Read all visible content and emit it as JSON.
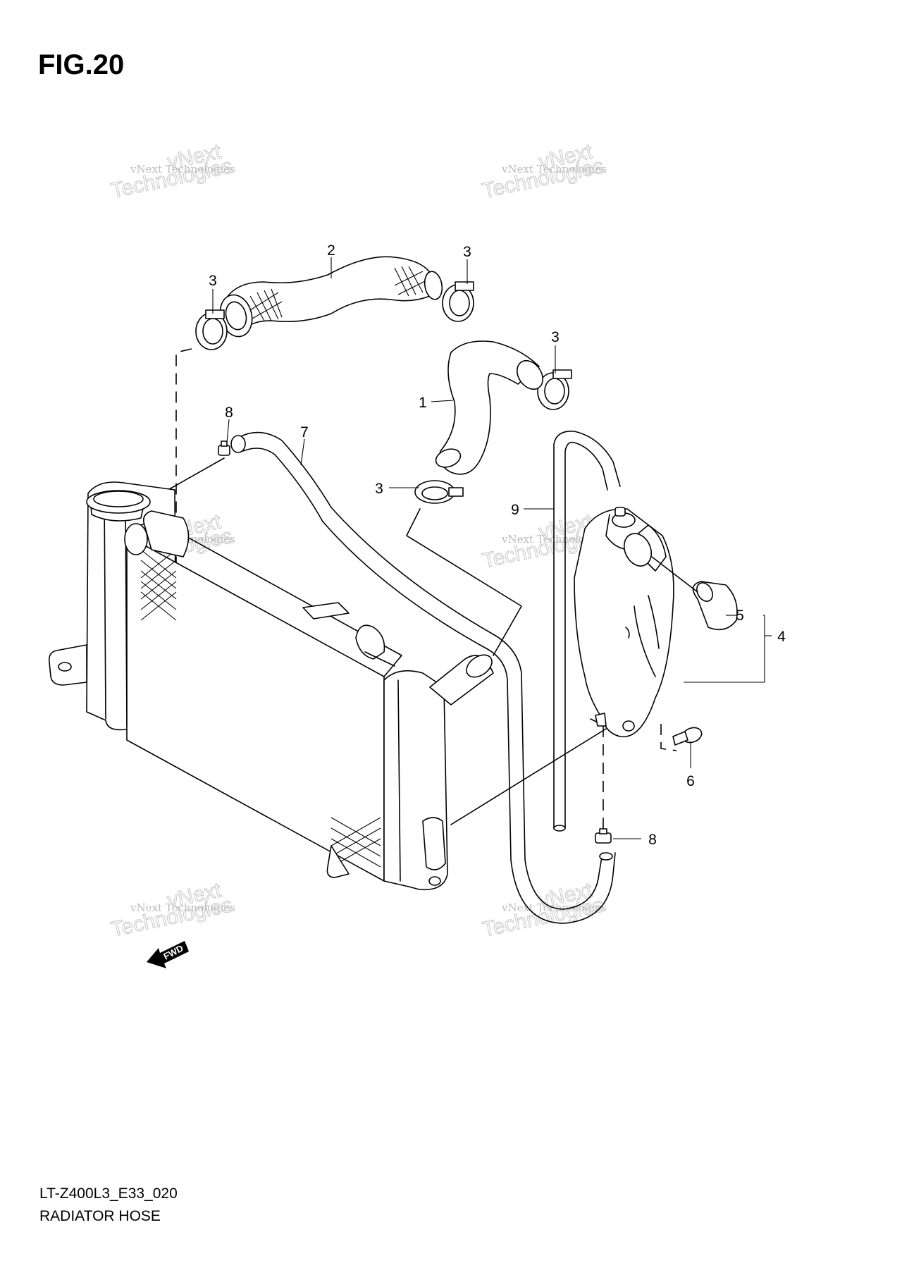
{
  "figure": {
    "title": "FIG.20",
    "model_code": "LT-Z400L3_E33_020",
    "name": "RADIATOR HOSE"
  },
  "callouts": [
    {
      "id": "c-2",
      "label": "2"
    },
    {
      "id": "c-3a",
      "label": "3"
    },
    {
      "id": "c-3b",
      "label": "3"
    },
    {
      "id": "c-3c",
      "label": "3"
    },
    {
      "id": "c-1",
      "label": "1"
    },
    {
      "id": "c-8a",
      "label": "8"
    },
    {
      "id": "c-7",
      "label": "7"
    },
    {
      "id": "c-3d",
      "label": "3"
    },
    {
      "id": "c-9",
      "label": "9"
    },
    {
      "id": "c-5",
      "label": "5"
    },
    {
      "id": "c-4",
      "label": "4"
    },
    {
      "id": "c-6",
      "label": "6"
    },
    {
      "id": "c-8b",
      "label": "8"
    }
  ],
  "watermark": {
    "line1": "vNext Technologies",
    "line2": "Technologies",
    "line3": "vNext"
  },
  "fwd_label": "FWD"
}
